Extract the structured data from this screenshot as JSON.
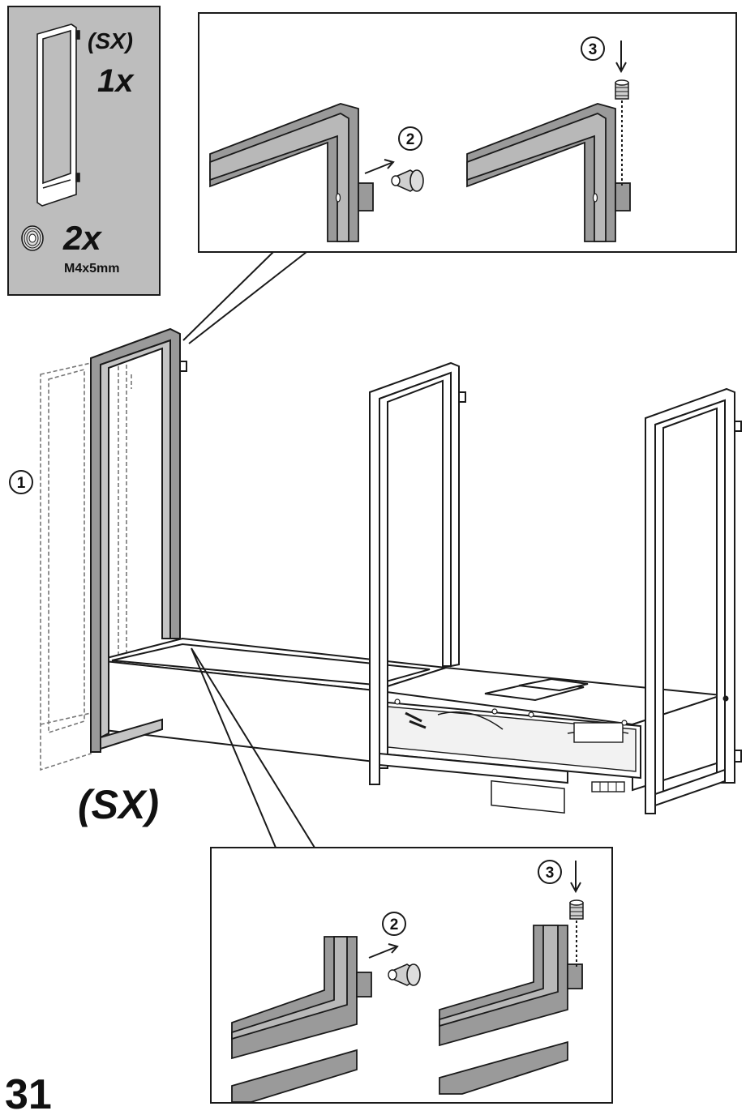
{
  "colors": {
    "ink": "#1a1a1a",
    "panel": "#bdbdbd",
    "steel": "#8a8a8a",
    "steel_light": "#b5b5b5",
    "ghost": "#9a9a9a"
  },
  "parts_box": {
    "side_label": "(SX)",
    "frame_qty": "1x",
    "insert_qty": "2x",
    "insert_size": "M4x5mm",
    "frame_icon": "side-frame-icon",
    "insert_icon": "threaded-insert-icon"
  },
  "main": {
    "move_step": "1",
    "side_label": "(SX)"
  },
  "detail_top": {
    "step_a": "2",
    "step_b": "3"
  },
  "detail_bottom": {
    "step_a": "2",
    "step_b": "3"
  },
  "page_number": "31"
}
